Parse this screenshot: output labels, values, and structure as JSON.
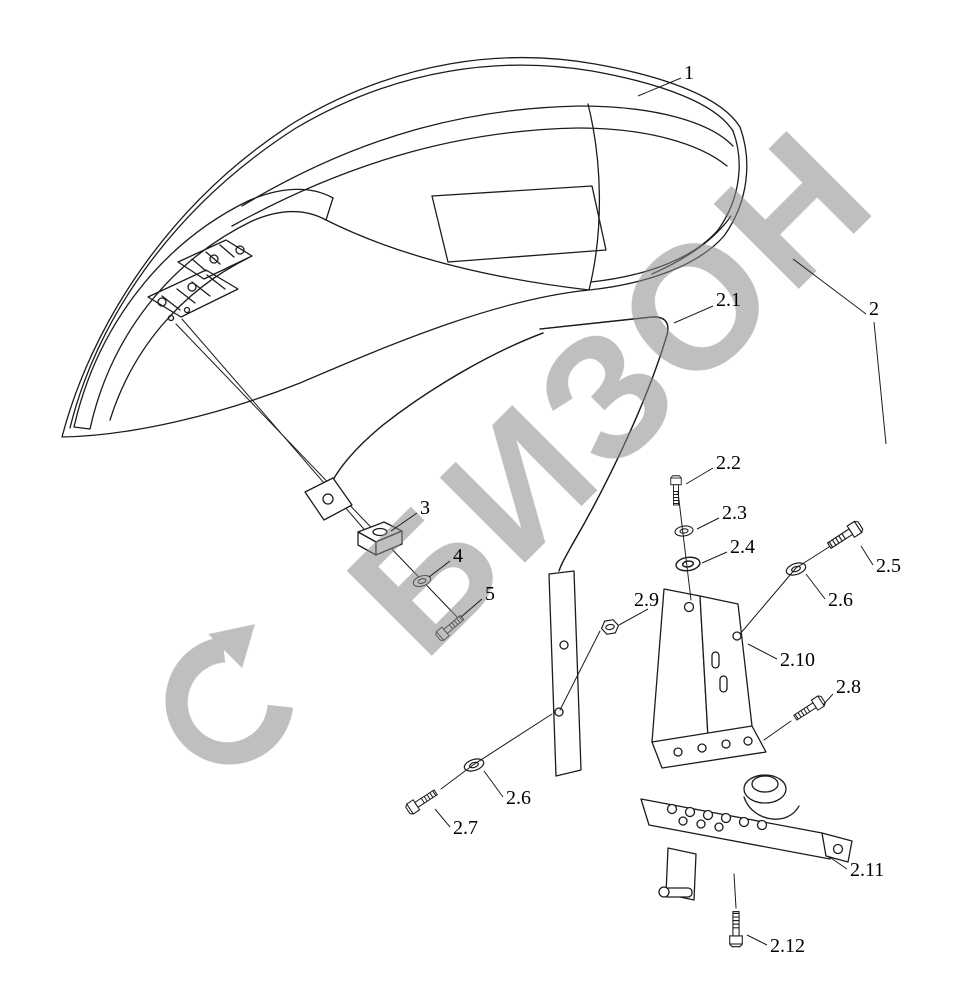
{
  "watermark": {
    "text": "БИЗОН",
    "color": "#8a8a8a"
  },
  "diagram": {
    "line_color": "#1c1c1c",
    "background_color": "#ffffff",
    "callouts": {
      "c1": "1",
      "c2": "2",
      "c2_1": "2.1",
      "c2_2": "2.2",
      "c2_3": "2.3",
      "c2_4": "2.4",
      "c2_5": "2.5",
      "c2_6a": "2.6",
      "c2_6b": "2.6",
      "c2_7": "2.7",
      "c2_8": "2.8",
      "c2_9": "2.9",
      "c2_10": "2.10",
      "c2_11": "2.11",
      "c2_12": "2.12",
      "c3": "3",
      "c4": "4",
      "c5": "5"
    }
  }
}
